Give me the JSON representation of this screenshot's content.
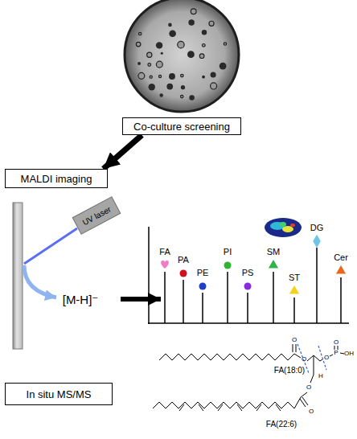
{
  "diagram": {
    "nodes": [
      {
        "text": [
          "Co-culture screening"
        ]
      },
      {
        "text": [
          "MALDI imaging"
        ]
      },
      {
        "text": [
          "UV laser"
        ]
      },
      {
        "text": [
          "In situ MS/MS"
        ]
      }
    ],
    "edges": [
      {
        "from": 0,
        "to": 1,
        "arrow": "to"
      }
    ],
    "labels": [
      "[M-H]⁻",
      "FA",
      "PA",
      "PE",
      "PI",
      "PS",
      "SM",
      "ST",
      "DG",
      "Cer",
      "FA(18:0)",
      "FA(22:6)",
      "O",
      "O",
      "O",
      "P",
      "O",
      "OH",
      "H",
      "O",
      "O"
    ]
  }
}
